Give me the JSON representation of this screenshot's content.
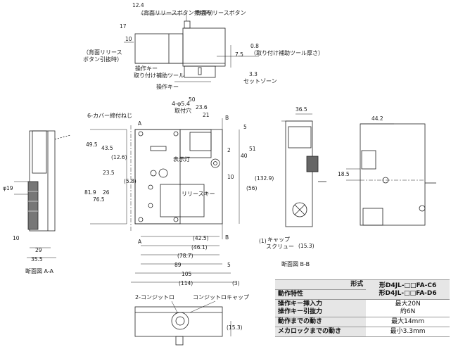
{
  "top_view": {
    "dim_12_4": "12.4",
    "note_push_side": "（背面リリースボタン押切時）",
    "label_rear_release_button": "背面リリースボタン",
    "dim_17": "17",
    "dim_10": "10",
    "note_pull_side": "（背面リリース\nボタン引抜時）",
    "dim_0_8": "0.8",
    "note_tool_thickness": "（取り付け補助ツール厚さ）",
    "dim_7_5": "7.5",
    "dim_3_3": "3.3",
    "label_set_zone": "セットゾーン",
    "label_key_tool": "操作キー\n取り付け補助ツール",
    "label_key": "操作キー"
  },
  "front_view": {
    "dim_50": "50",
    "dim_23_6": "23.6",
    "dim_21": "21",
    "dim_5": "5",
    "dim_51": "51",
    "dim_40": "40",
    "dim_2": "2",
    "dim_10b": "10",
    "dim_56": "(56)",
    "dim_132_9": "(132.9)",
    "label_holes": "4-φ5.4\n取付穴",
    "label_cover_screw": "6-カバー締付ねじ",
    "dim_49_5": "49.5",
    "dim_43_5": "43.5",
    "dim_12_6": "(12.6)",
    "dim_23_5": "23.5",
    "dim_5_8": "(5.8)",
    "dim_26": "26",
    "dim_81_9": "81.9",
    "dim_76_5": "76.5",
    "label_indicator": "表示灯",
    "label_release_key": "リリースキー",
    "section_mark": "A",
    "section_mark_b": "B",
    "dim_42_5": "(42.5)",
    "dim_46_1": "(46.1)",
    "dim_78_7": "(78.7)",
    "dim_89": "89",
    "dim_105": "105",
    "dim_114": "(114)",
    "dim_5_r": "5",
    "dim_3": "(3)",
    "dim_1": "(1)",
    "label_cap_screw": "キャップ\nスクリュー",
    "dim_15_3": "(15.3)"
  },
  "side_aa": {
    "dim_phi19": "φ19",
    "dim_10": "10",
    "dim_29": "29",
    "dim_35_5": "35.5",
    "caption": "断面図  A-A"
  },
  "side_bb": {
    "dim_36_5": "36.5",
    "dim_44_2": "44.2",
    "dim_18_5": "18.5",
    "caption": "断面図  B-B"
  },
  "bottom_view": {
    "label_conduit": "2-コンジットロ",
    "label_conduit_cap": "コンジットロキャップ",
    "dim_15_3": "(15.3)"
  },
  "spec_table": {
    "header_col": "形式",
    "row_label_0": "動作特性",
    "model_1": "形D4JL-□□FA-C6",
    "model_2": "形D4JL-□□FA-D6",
    "row1_label_a": "操作キー挿入力",
    "row1_label_b": "操作キー引抜力",
    "row1_val_a": "最大20N",
    "row1_val_b": "約6N",
    "row2_label": "動作までの動き",
    "row2_val": "最大14mm",
    "row3_label": "メカロックまでの動き",
    "row3_val": "最小3.3mm"
  }
}
